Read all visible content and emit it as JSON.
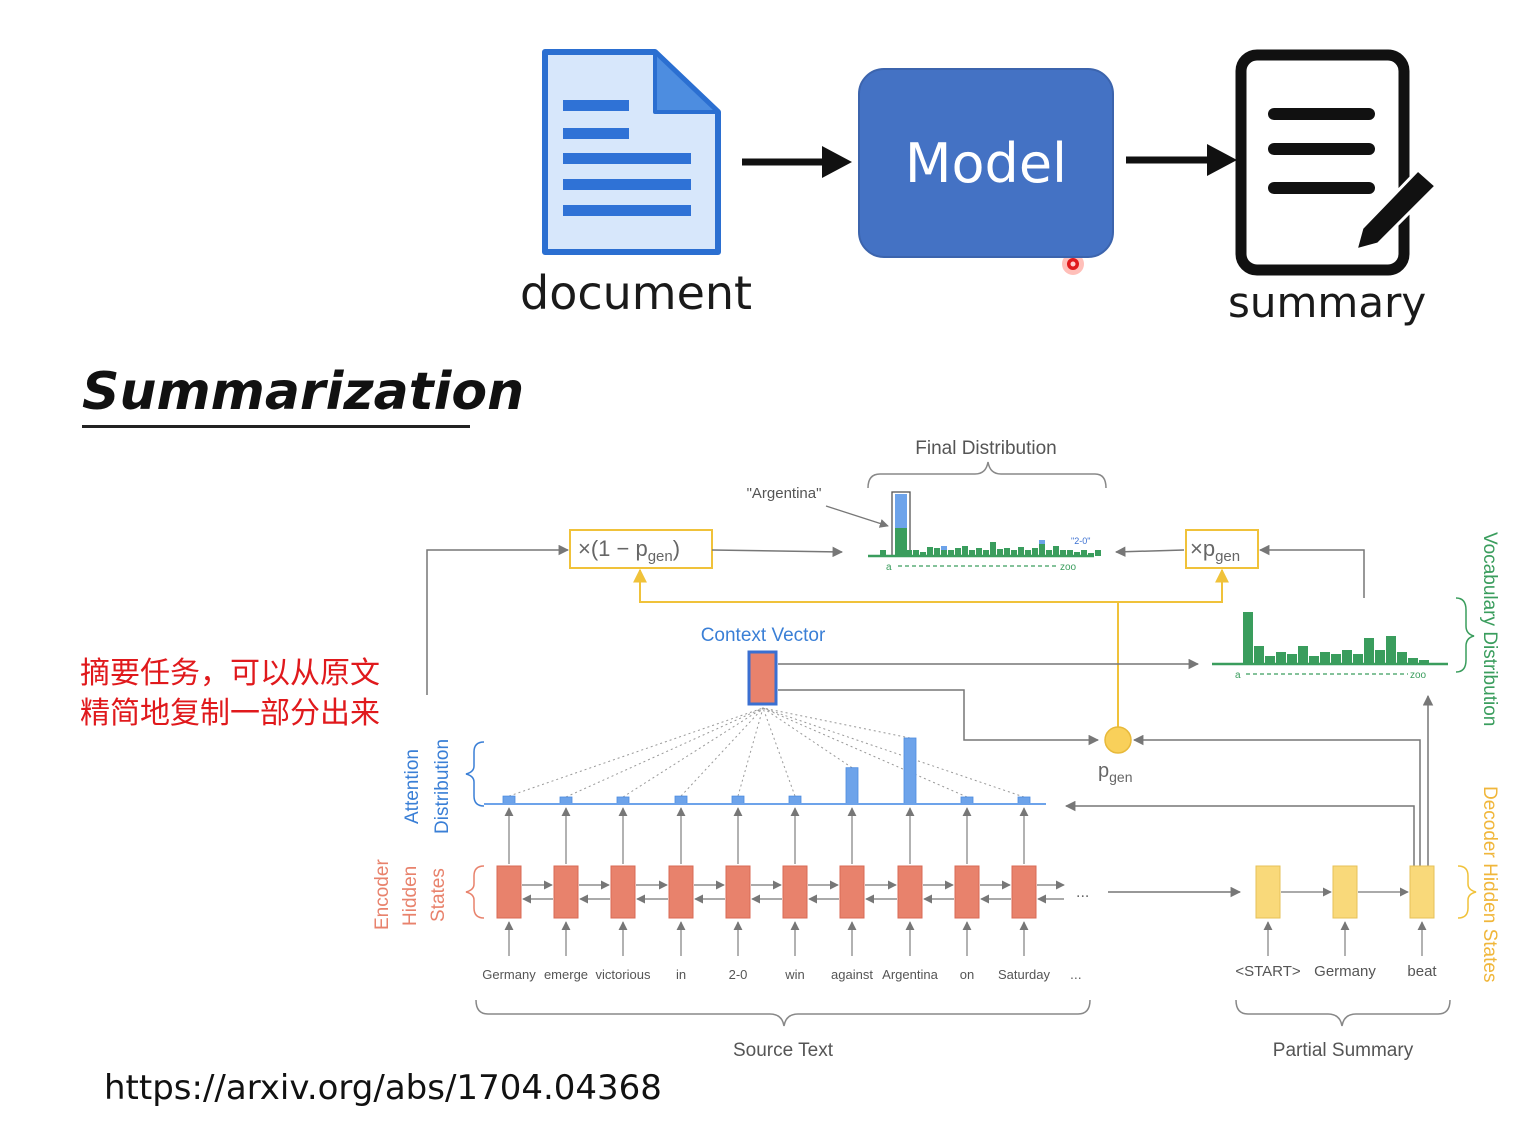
{
  "flow": {
    "document_label": "document",
    "model_label": "Model",
    "summary_label": "summary"
  },
  "heading": "Summarization",
  "note": {
    "line1": "摘要任务，可以从原文",
    "line2": "精简地复制一部分出来"
  },
  "url": "https://arxiv.org/abs/1704.04368",
  "diagram": {
    "final_distribution": "Final Distribution",
    "argentina_label": "\"Argentina\"",
    "mult_one_minus_pgen": "×(1 − p",
    "mult_pgen": "×p",
    "gen_sub": "gen",
    "pgen": "p",
    "context_vector": "Context Vector",
    "vocab_distribution": "Vocabulary Distribution",
    "attention_line1": "Attention",
    "attention_line2": "Distribution",
    "encoder_line1": "Encoder",
    "encoder_line2": "Hidden",
    "encoder_line3": "States",
    "decoder_hidden": "Decoder Hidden States",
    "axis_a": "a",
    "axis_zoo": "zoo",
    "tag_2_0": "\"2-0\"",
    "ellipsis": "...",
    "source_text": "Source Text",
    "partial_summary": "Partial Summary",
    "source_words": [
      "Germany",
      "emerge",
      "victorious",
      "in",
      "2-0",
      "win",
      "against",
      "Argentina",
      "on",
      "Saturday"
    ],
    "summary_words": [
      "<START>",
      "Germany",
      "beat"
    ],
    "attention_weights": [
      0.12,
      0.08,
      0.08,
      0.12,
      0.12,
      0.12,
      0.55,
      1.0,
      0.08,
      0.08
    ]
  },
  "colors": {
    "encoder": "#e8826c",
    "decoder": "#f9d97a",
    "attention": "#6da3ea",
    "vocab": "#3a9d5d",
    "mix": "#f0c23a",
    "model": "#4472c4",
    "note": "#e0191c"
  }
}
